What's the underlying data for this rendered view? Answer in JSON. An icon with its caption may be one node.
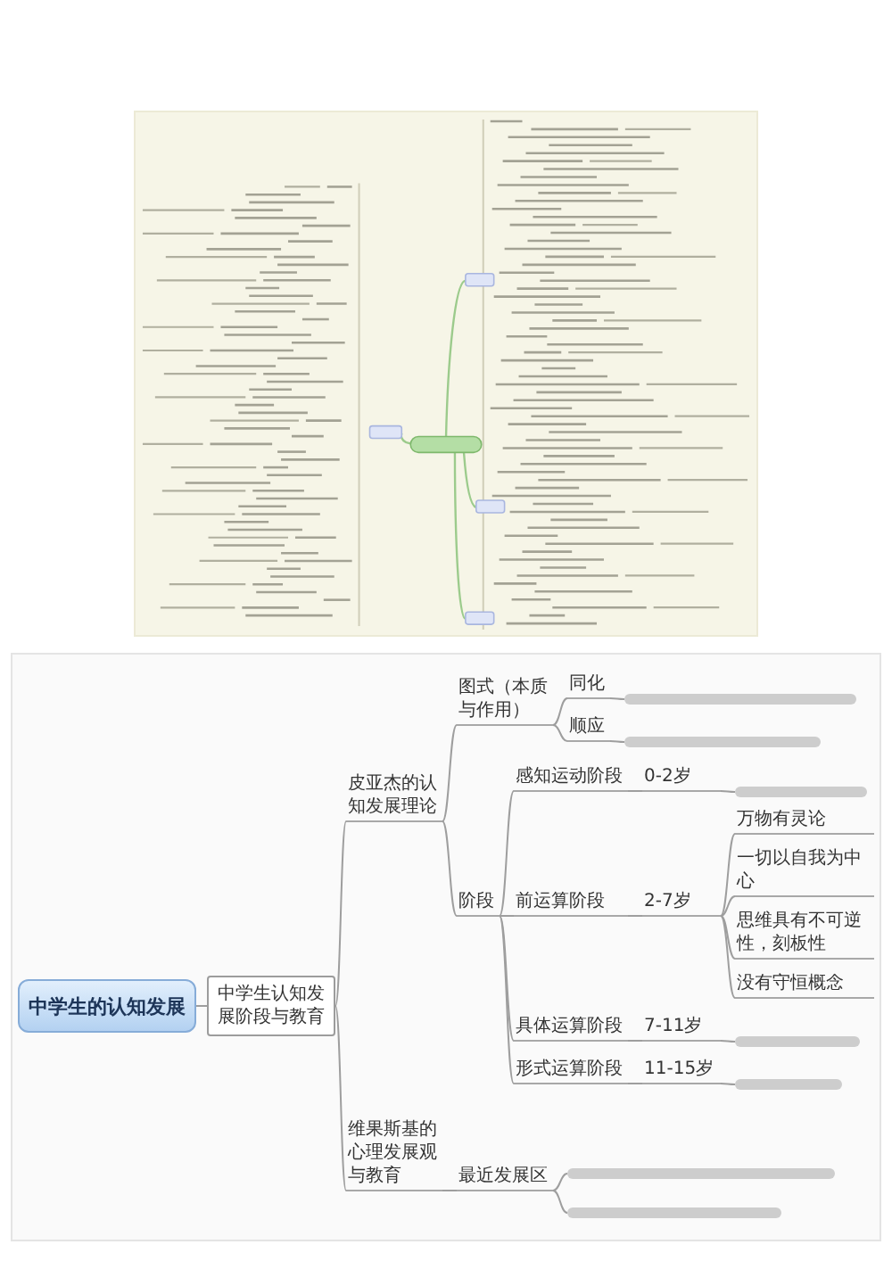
{
  "diagram": {
    "nodes": [
      {
        "text": [],
        "shape": "picture"
      },
      {
        "text": [
          "中学生的认知发展"
        ]
      },
      {
        "text": [
          "中学生认知发展阶段与教育"
        ]
      },
      {
        "text": [
          "皮亚杰的认知发展理论"
        ]
      },
      {
        "text": [
          "图式（本质与作用）"
        ]
      },
      {
        "text": [
          "同化"
        ]
      },
      {
        "text": [],
        "shape": "bar"
      },
      {
        "text": [
          "顺应"
        ]
      },
      {
        "text": [],
        "shape": "bar"
      },
      {
        "text": [
          "阶段"
        ]
      },
      {
        "text": [
          "感知运动阶段"
        ]
      },
      {
        "text": [
          "0-2岁"
        ]
      },
      {
        "text": [],
        "shape": "bar"
      },
      {
        "text": [
          "前运算阶段"
        ]
      },
      {
        "text": [
          "2-7岁"
        ]
      },
      {
        "text": [
          "万物有灵论"
        ]
      },
      {
        "text": [
          "一切以自我为中心"
        ]
      },
      {
        "text": [
          "思维具有不可逆性，刻板性"
        ]
      },
      {
        "text": [
          "没有守恒概念"
        ]
      },
      {
        "text": [
          "具体运算阶段"
        ]
      },
      {
        "text": [
          "7-11岁"
        ]
      },
      {
        "text": [],
        "shape": "bar"
      },
      {
        "text": [
          "形式运算阶段"
        ]
      },
      {
        "text": [
          "11-15岁"
        ]
      },
      {
        "text": [],
        "shape": "bar"
      },
      {
        "text": [
          "维果斯基的心理发展观与教育"
        ]
      },
      {
        "text": [
          "最近发展区"
        ]
      },
      {
        "text": [],
        "shape": "bar"
      },
      {
        "text": [],
        "shape": "bar"
      }
    ],
    "edges": [
      {
        "from": 1,
        "to": 2,
        "arrow": "none"
      },
      {
        "from": 2,
        "to": 3,
        "arrow": "none"
      },
      {
        "from": 2,
        "to": 25,
        "arrow": "none"
      },
      {
        "from": 3,
        "to": 4,
        "arrow": "none"
      },
      {
        "from": 3,
        "to": 9,
        "arrow": "none"
      },
      {
        "from": 4,
        "to": 5,
        "arrow": "none"
      },
      {
        "from": 4,
        "to": 7,
        "arrow": "none"
      },
      {
        "from": 5,
        "to": 6,
        "arrow": "none"
      },
      {
        "from": 7,
        "to": 8,
        "arrow": "none"
      },
      {
        "from": 9,
        "to": 10,
        "arrow": "none"
      },
      {
        "from": 9,
        "to": 13,
        "arrow": "none"
      },
      {
        "from": 9,
        "to": 19,
        "arrow": "none"
      },
      {
        "from": 9,
        "to": 22,
        "arrow": "none"
      },
      {
        "from": 10,
        "to": 11,
        "arrow": "none"
      },
      {
        "from": 11,
        "to": 12,
        "arrow": "none"
      },
      {
        "from": 13,
        "to": 14,
        "arrow": "none"
      },
      {
        "from": 14,
        "to": 15,
        "arrow": "none"
      },
      {
        "from": 14,
        "to": 16,
        "arrow": "none"
      },
      {
        "from": 14,
        "to": 17,
        "arrow": "none"
      },
      {
        "from": 14,
        "to": 18,
        "arrow": "none"
      },
      {
        "from": 19,
        "to": 20,
        "arrow": "none"
      },
      {
        "from": 20,
        "to": 21,
        "arrow": "none"
      },
      {
        "from": 22,
        "to": 23,
        "arrow": "none"
      },
      {
        "from": 23,
        "to": 24,
        "arrow": "none"
      },
      {
        "from": 25,
        "to": 26,
        "arrow": "none"
      },
      {
        "from": 26,
        "to": 27,
        "arrow": "none"
      },
      {
        "from": 26,
        "to": 28,
        "arrow": "none"
      }
    ]
  }
}
